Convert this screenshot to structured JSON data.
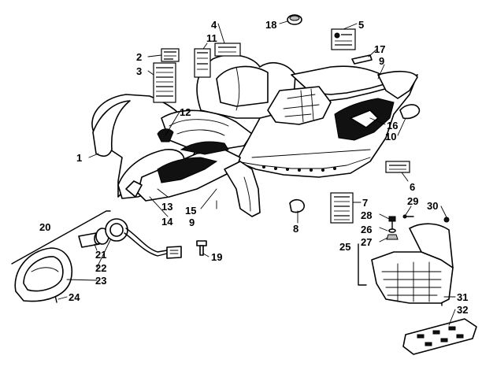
{
  "diagram": {
    "callouts": [
      "1",
      "2",
      "3",
      "4",
      "5",
      "6",
      "7",
      "8",
      "9",
      "9",
      "10",
      "11",
      "12",
      "13",
      "14",
      "15",
      "16",
      "17",
      "18",
      "19",
      "20",
      "21",
      "22",
      "23",
      "24",
      "25",
      "26",
      "27",
      "28",
      "29",
      "30",
      "31",
      "32"
    ]
  },
  "colors": {
    "ink": "#000000",
    "background": "#ffffff",
    "decal_dark": "#111111",
    "shade": "#bdbdbd"
  }
}
